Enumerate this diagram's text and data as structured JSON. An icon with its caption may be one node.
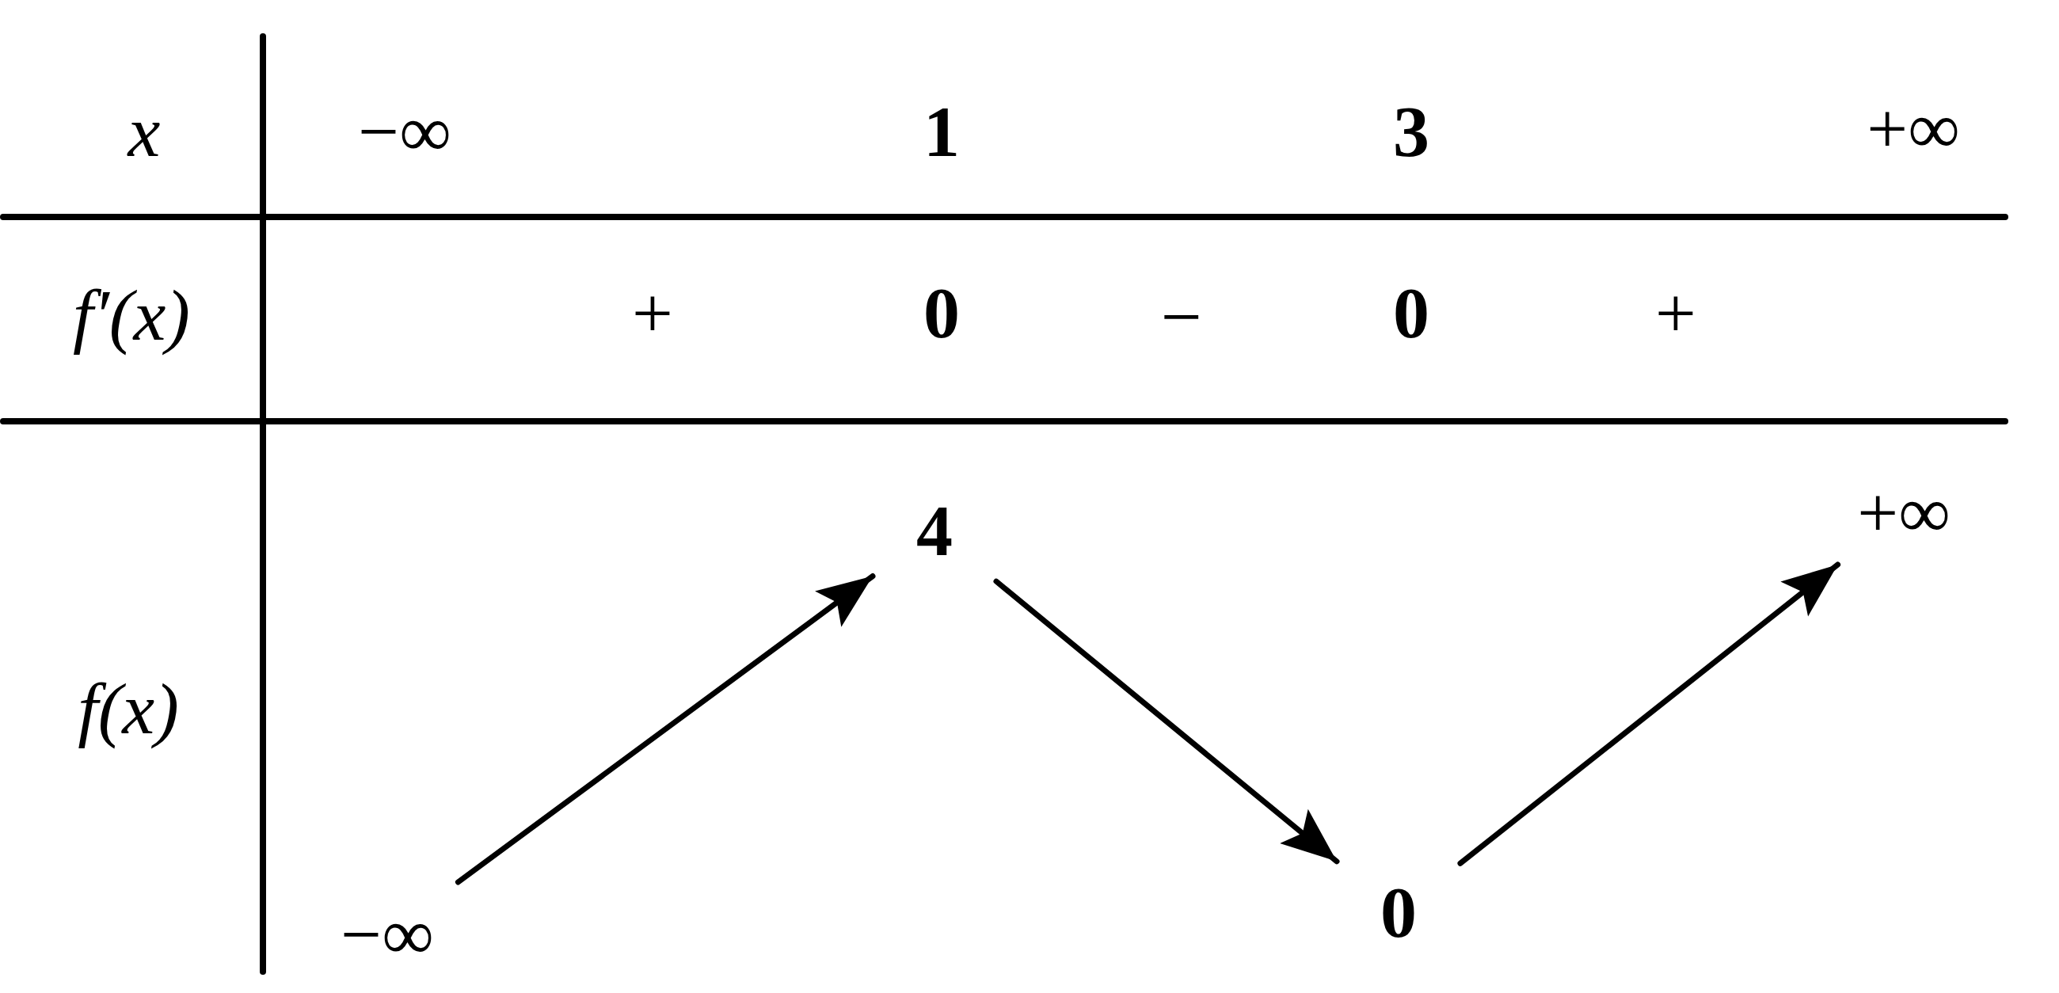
{
  "diagram": {
    "nodes": [
      {
        "text": [
          "−∞"
        ]
      },
      {
        "text": [
          "4"
        ]
      },
      {
        "text": [
          "0"
        ]
      },
      {
        "text": [
          "+∞"
        ]
      }
    ],
    "edges": [
      {
        "from": 0,
        "to": 1,
        "arrow": "to"
      },
      {
        "from": 1,
        "to": 2,
        "arrow": "to"
      },
      {
        "from": 2,
        "to": 3,
        "arrow": "to"
      }
    ],
    "labels": [
      "x",
      "−∞",
      "1",
      "3",
      "+∞",
      "f′(x)",
      "+",
      "0",
      "−",
      "0",
      "+",
      "f(x)"
    ]
  }
}
